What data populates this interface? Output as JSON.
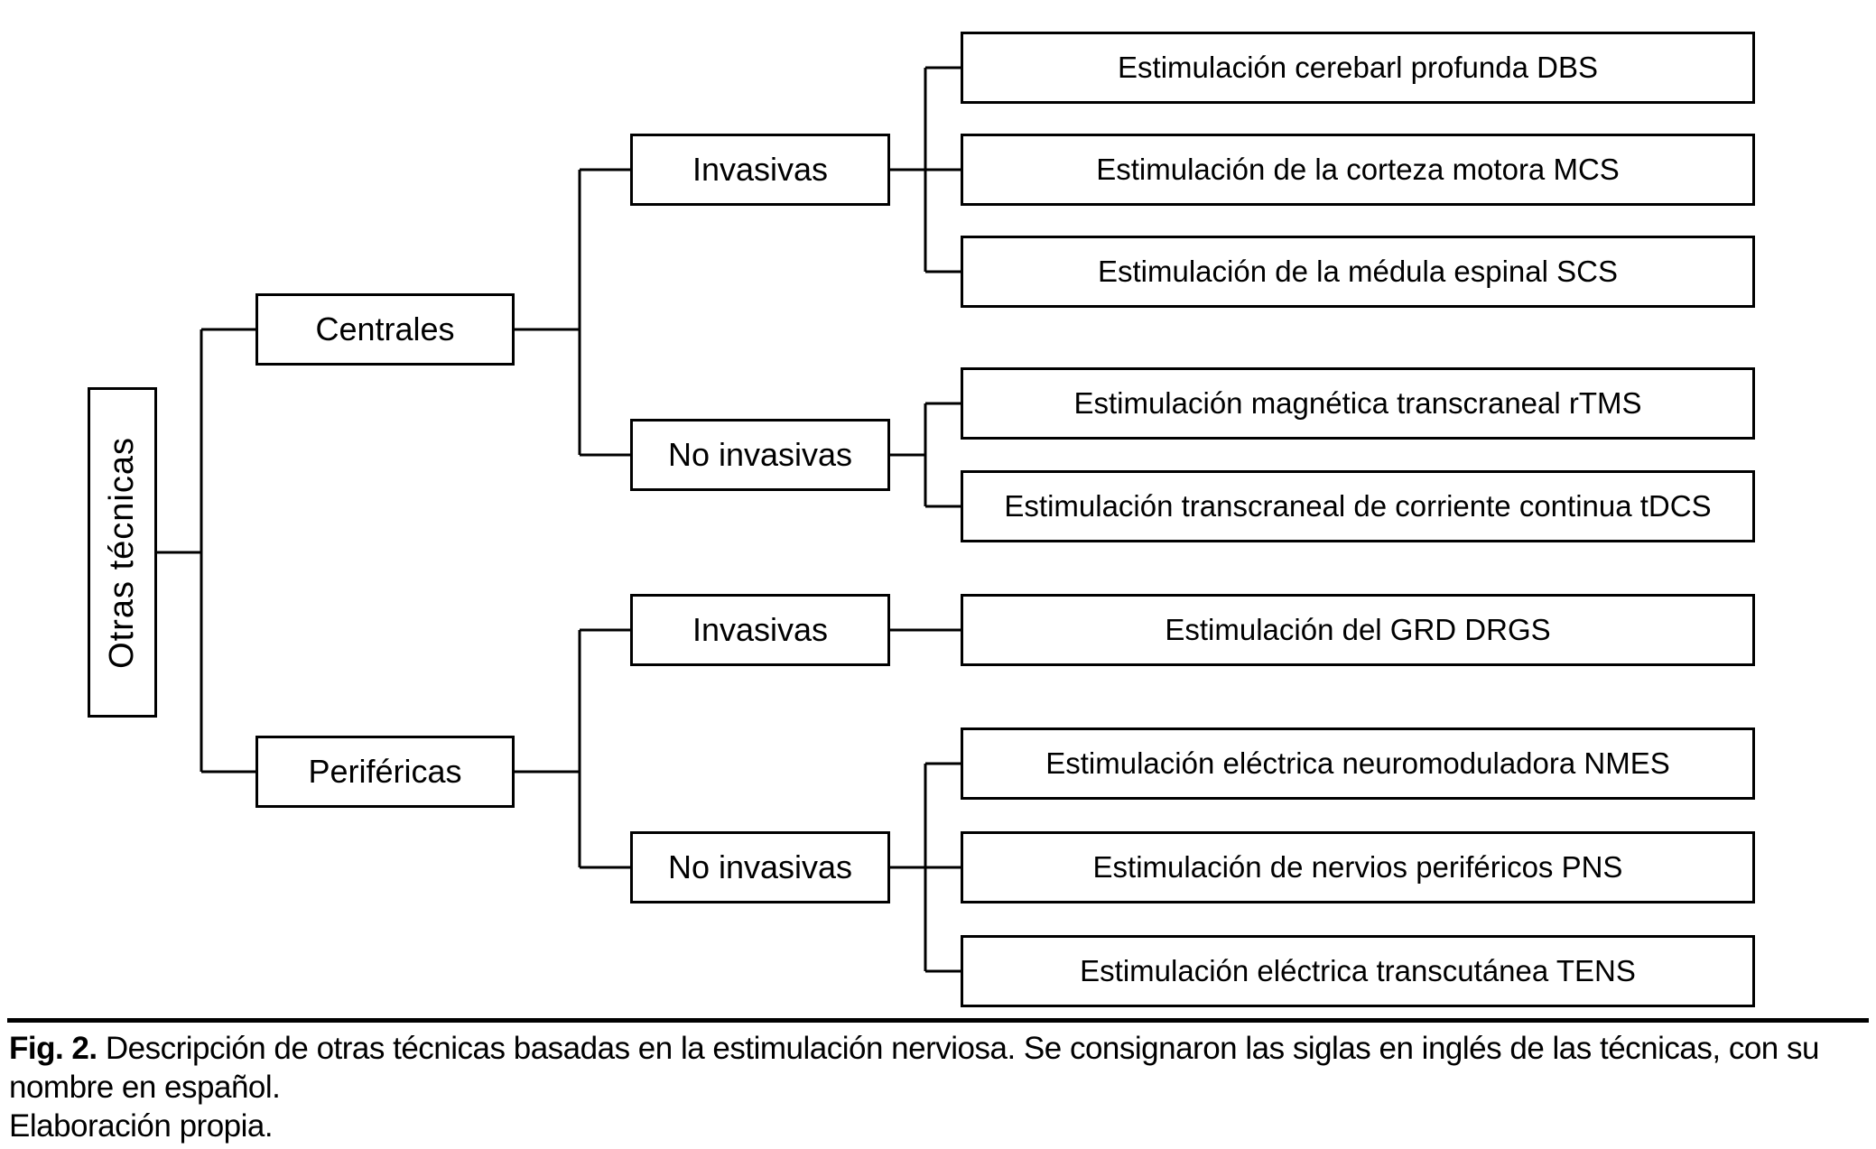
{
  "colors": {
    "line": "#000000",
    "background": "#ffffff",
    "text": "#000000"
  },
  "nodes": {
    "root": "Otras técnicas",
    "centrales": "Centrales",
    "perifericas": "Periféricas",
    "centrales_invasivas": "Invasivas",
    "centrales_no_invasivas": "No invasivas",
    "perifericas_invasivas": "Invasivas",
    "perifericas_no_invasivas": "No invasivas",
    "dbs": "Estimulación cerebarl profunda DBS",
    "mcs": "Estimulación de la corteza motora MCS",
    "scs": "Estimulación de la médula espinal SCS",
    "rtms": "Estimulación magnética transcraneal rTMS",
    "tdcs": "Estimulación transcraneal de corriente continua tDCS",
    "drgs": "Estimulación del GRD DRGS",
    "nmes": "Estimulación eléctrica neuromoduladora NMES",
    "pns": "Estimulación de nervios periféricos PNS",
    "tens": "Estimulación eléctrica transcutánea TENS"
  },
  "caption": {
    "fig_label": "Fig. 2.",
    "description": "Descripción de otras técnicas basadas en la estimulación nerviosa. Se consignaron las siglas en inglés de las técnicas, con su nombre en español.",
    "credit": "Elaboración propia."
  }
}
